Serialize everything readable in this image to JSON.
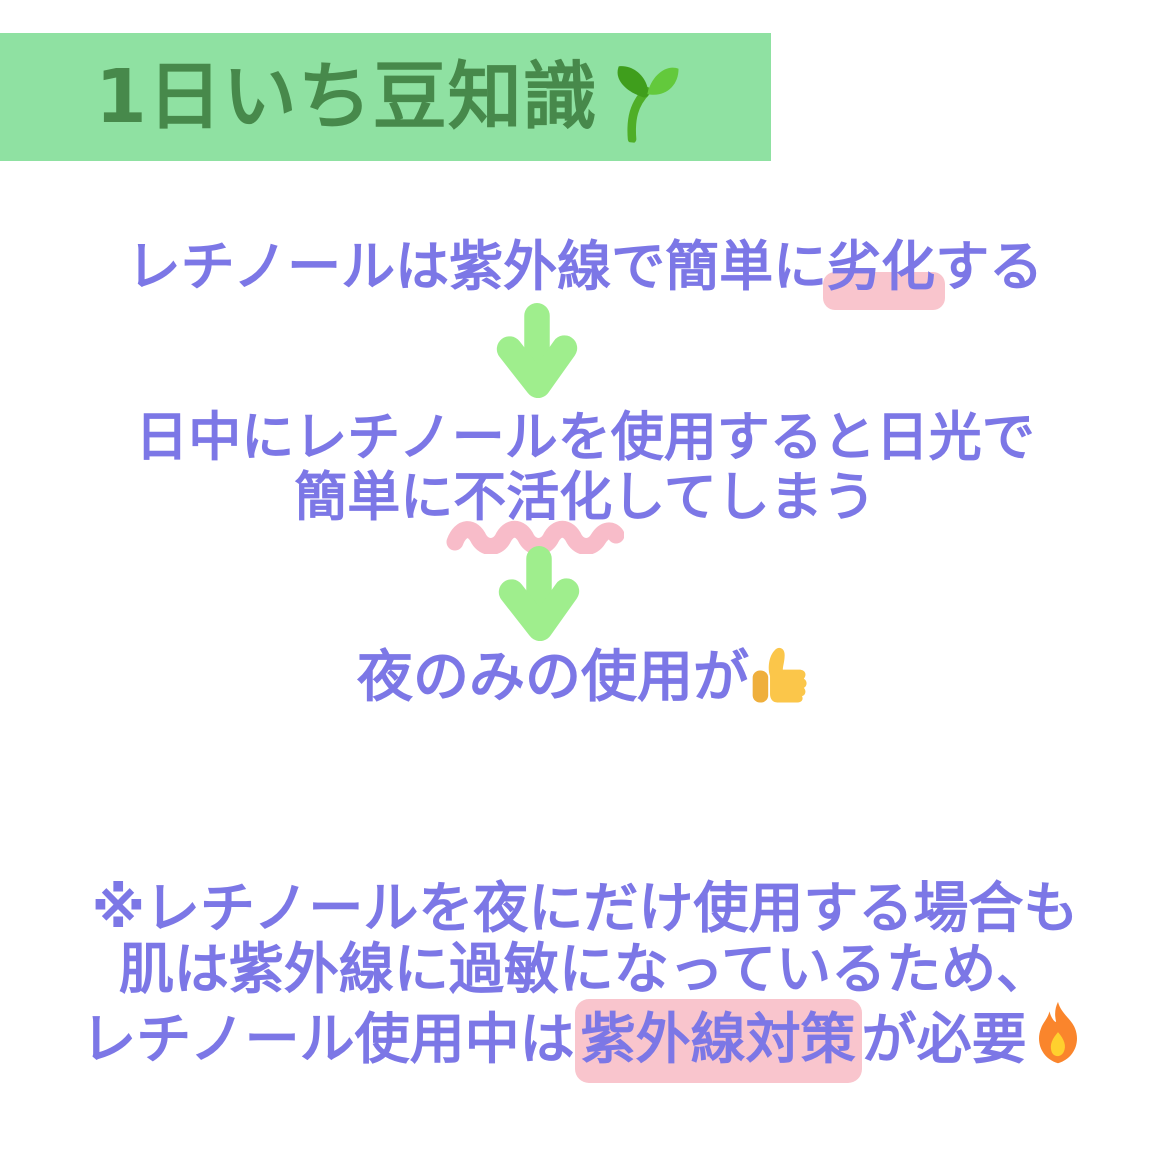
{
  "colors": {
    "background": "#ffffff",
    "banner_background": "#8fe1a2",
    "banner_text": "#47894b",
    "body_text": "#7c77e6",
    "highlight_pink": "#f9c5cd",
    "arrow_green": "#9fee8d"
  },
  "header": {
    "title": "1日いち豆知識",
    "icon": "seedling-icon"
  },
  "fact1": {
    "pre": "レチノールは紫外線で簡単に",
    "highlighted": "劣化",
    "post": "する"
  },
  "step2": {
    "line1": "日中にレチノールを使用すると日光で",
    "line2_pre": "簡単に",
    "line2_wavy": "不活化",
    "line2_post": "してしまう"
  },
  "conclusion": {
    "text": "夜のみの使用が",
    "icon": "thumbs-up-icon"
  },
  "note": {
    "line1": "※レチノールを夜にだけ使用する場合も",
    "line2": "肌は紫外線に過敏になっているため、",
    "line3_pre": "レチノール使用中は",
    "line3_highlighted": "紫外線対策",
    "line3_post": "が必要",
    "icon": "fire-icon"
  }
}
